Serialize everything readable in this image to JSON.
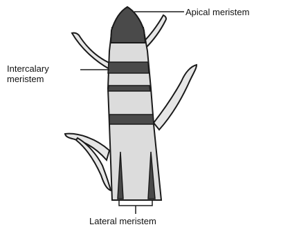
{
  "diagram": {
    "labels": {
      "apical": "Apical meristem",
      "intercalary_line1": "Intercalary",
      "intercalary_line2": "meristem",
      "lateral": "Lateral meristem"
    },
    "colors": {
      "meristem_fill": "#4a4a4a",
      "stem_fill": "#dcdcdc",
      "leaf_fill": "#e6e6e6",
      "outline": "#1a1a1a"
    }
  }
}
